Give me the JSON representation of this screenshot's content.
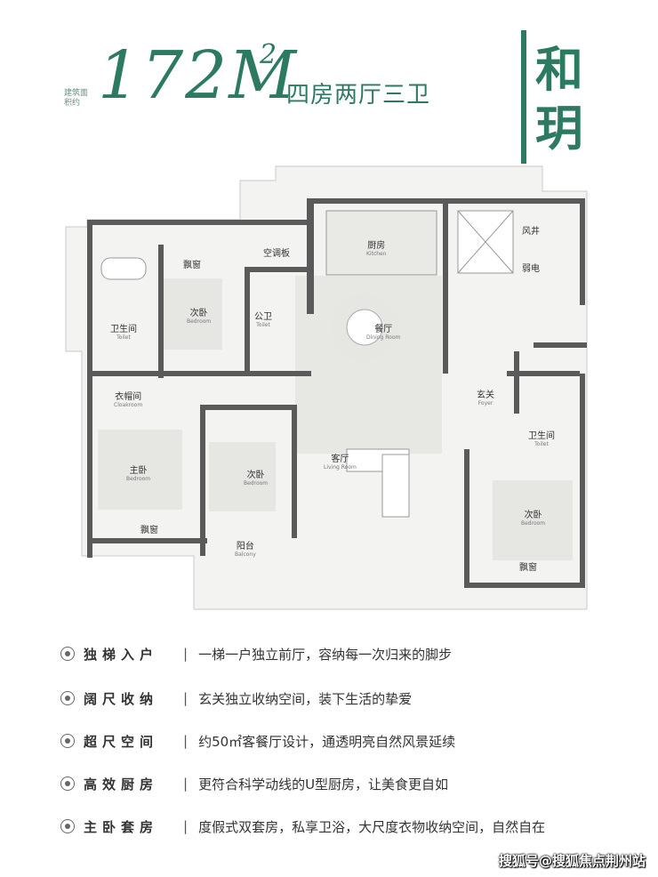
{
  "header": {
    "area_label": "建筑面积约",
    "area_value": "172",
    "area_unit": "M",
    "area_sup": "2",
    "layout": "四房两厅三卫",
    "name_char1": "和",
    "name_char2": "玥"
  },
  "rooms": {
    "bay_window_1": "飘窗",
    "ac_board": "空调板",
    "kitchen": "厨房",
    "kitchen_en": "Kitchen",
    "air_shaft": "风井",
    "weak_current": "弱电",
    "toilet_1": "卫生间",
    "toilet_1_en": "Toilet",
    "bedroom_2": "次卧",
    "bedroom_2_en": "Bedroom",
    "public_toilet": "公卫",
    "public_toilet_en": "Toilet",
    "dining": "餐厅",
    "dining_en": "Dining Room",
    "cloakroom": "衣帽间",
    "cloakroom_en": "Cloakroom",
    "foyer": "玄关",
    "foyer_en": "Foyer",
    "toilet_2": "卫生间",
    "toilet_2_en": "Toilet",
    "master": "主卧",
    "master_en": "Bedroom",
    "bedroom_3": "次卧",
    "bedroom_3_en": "Bedroom",
    "living": "客厅",
    "living_en": "Living Room",
    "bedroom_4": "次卧",
    "bedroom_4_en": "Bedroom",
    "bay_window_2": "飘窗",
    "balcony": "阳台",
    "balcony_en": "Balcony",
    "bay_window_3": "飘窗"
  },
  "features": [
    {
      "title": "独梯入户",
      "desc": "一梯一户独立前厅，容纳每一次归来的脚步"
    },
    {
      "title": "阔尺收纳",
      "desc": "玄关独立收纳空间，装下生活的挚爱"
    },
    {
      "title": "超尺空间",
      "desc": "约50㎡客餐厅设计，通透明亮自然风景延续"
    },
    {
      "title": "高效厨房",
      "desc": "更符合科学动线的U型厨房，让美食更自如"
    },
    {
      "title": "主卧套房",
      "desc": "度假式双套房，私享卫浴，大尺度衣物收纳空间，自然自在"
    }
  ],
  "feature_separator": "|",
  "watermark": "搜狐号@搜狐焦点荆州站",
  "colors": {
    "accent": "#2d7a62",
    "wall": "#5a5a5a",
    "floor": "#f1f1ef"
  }
}
